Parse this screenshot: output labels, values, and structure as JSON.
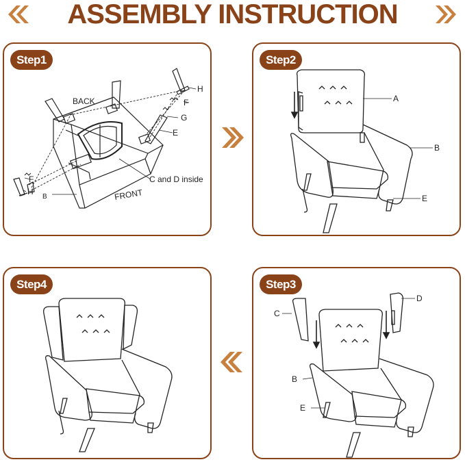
{
  "title": "ASSEMBLY INSTRUCTION",
  "colors": {
    "accent": "#8a4218",
    "chevron": "#c8803f",
    "line": "#222222"
  },
  "icons": {
    "left": "double-chevron-left-icon",
    "right": "double-chevron-right-icon",
    "arrow": "arrow-down-icon"
  },
  "steps": {
    "step1": {
      "badge": "Step1",
      "labels": {
        "back": "BACK",
        "front": "FRONT",
        "h_top": "H",
        "f_top": "F",
        "g": "G",
        "e": "E",
        "f_left": "F",
        "h_left": "H",
        "b": "B",
        "cd": "C and D inside"
      }
    },
    "step2": {
      "badge": "Step2",
      "labels": {
        "a": "A",
        "b": "B",
        "e": "E"
      }
    },
    "step3": {
      "badge": "Step3",
      "labels": {
        "c": "C",
        "d": "D",
        "b": "B",
        "e": "E"
      }
    },
    "step4": {
      "badge": "Step4"
    }
  }
}
